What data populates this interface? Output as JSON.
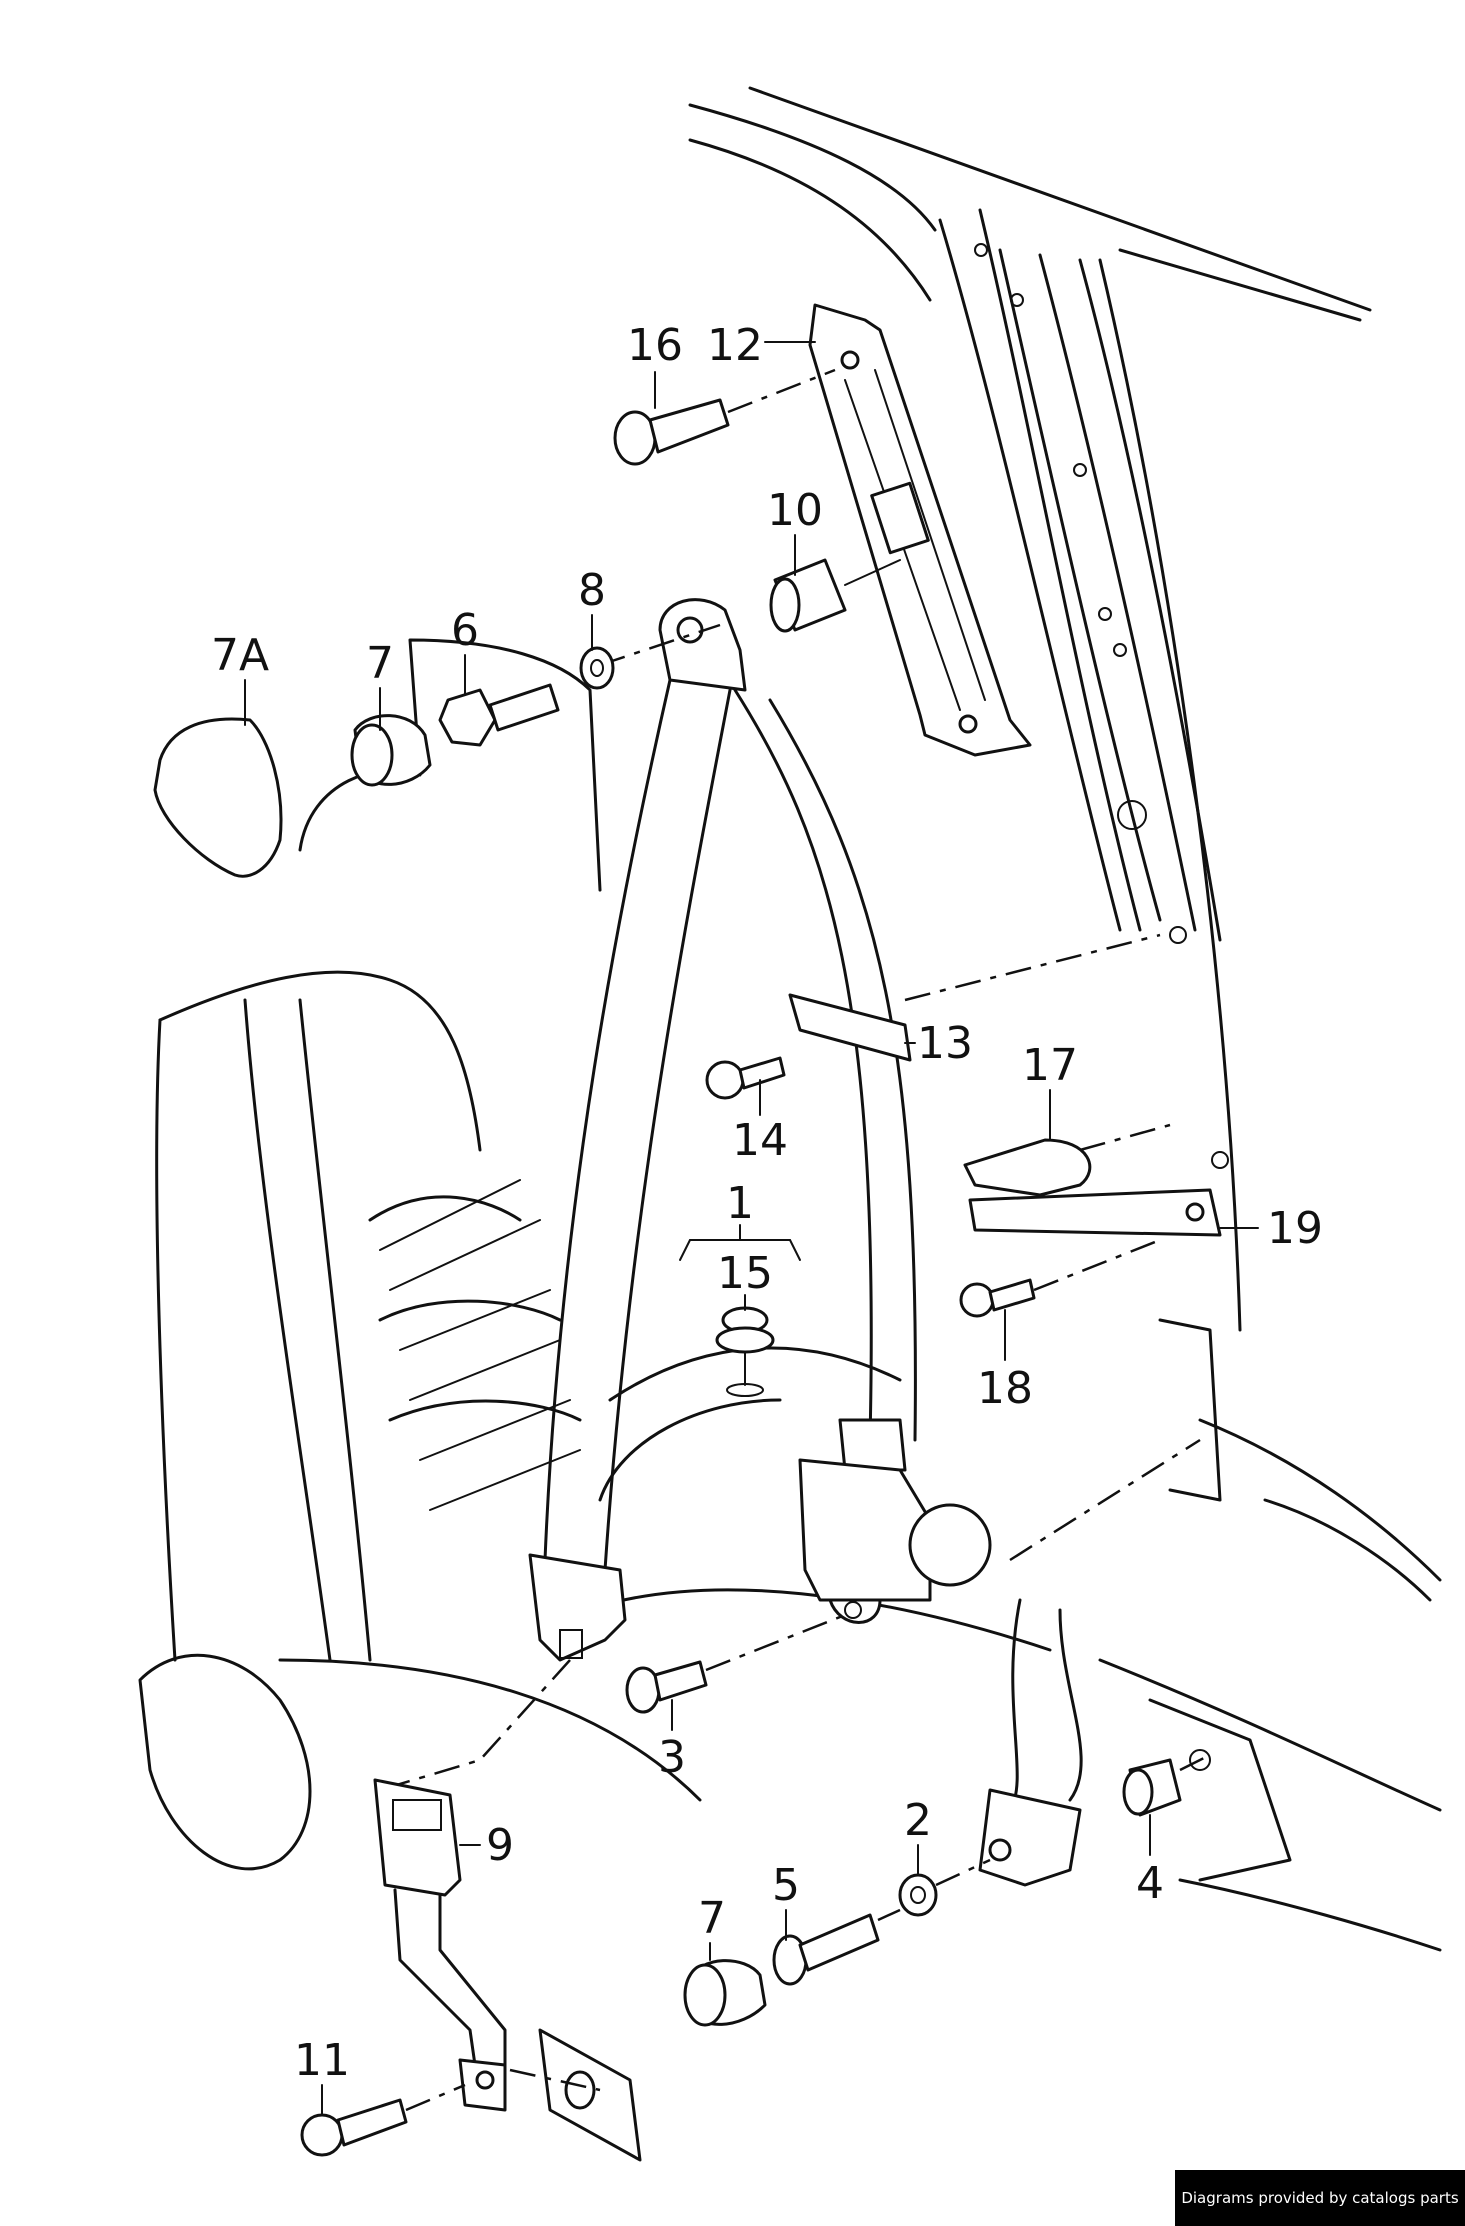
{
  "callouts": [
    {
      "id": "c16",
      "text": "16"
    },
    {
      "id": "c12",
      "text": "12"
    },
    {
      "id": "c10",
      "text": "10"
    },
    {
      "id": "c8",
      "text": "8"
    },
    {
      "id": "c7a",
      "text": "7A"
    },
    {
      "id": "c7top",
      "text": "7"
    },
    {
      "id": "c6",
      "text": "6"
    },
    {
      "id": "c13",
      "text": "13"
    },
    {
      "id": "c17",
      "text": "17"
    },
    {
      "id": "c14",
      "text": "14"
    },
    {
      "id": "c1",
      "text": "1"
    },
    {
      "id": "c15",
      "text": "15"
    },
    {
      "id": "c19",
      "text": "19"
    },
    {
      "id": "c18",
      "text": "18"
    },
    {
      "id": "c3",
      "text": "3"
    },
    {
      "id": "c9",
      "text": "9"
    },
    {
      "id": "c2",
      "text": "2"
    },
    {
      "id": "c5",
      "text": "5"
    },
    {
      "id": "c7bot",
      "text": "7"
    },
    {
      "id": "c4",
      "text": "4"
    },
    {
      "id": "c11",
      "text": "11"
    }
  ],
  "footer": {
    "text": "Diagrams provided by catalogs parts"
  }
}
